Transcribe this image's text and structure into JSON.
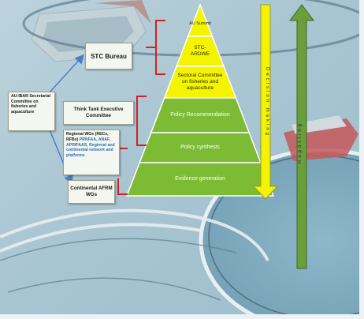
{
  "colors": {
    "water": "#a9c7d4",
    "water_dark": "#7aa3b8",
    "pyramid_yellow": "#f4f400",
    "pyramid_green": "#7dbb35",
    "bracket_red": "#d62020",
    "arrow_blue": "#4a7fc1",
    "arrow_yellow": "#f4f400",
    "arrow_green": "#6a9e3a"
  },
  "pyramid": {
    "tiers": [
      {
        "label": "AU Summit",
        "color": "yellow"
      },
      {
        "label": "STC-ARDWE",
        "color": "yellow"
      },
      {
        "label": "Sectoral Committee on fisheries and aquaculture",
        "color": "yellow"
      },
      {
        "label": "Policy Recommendation",
        "color": "green"
      },
      {
        "label": "Policy synthesis",
        "color": "green"
      },
      {
        "label": "Evidence generation",
        "color": "green"
      }
    ]
  },
  "boxes": {
    "au_ibar": "AU-IBAR Secretariat Committee on fisheries and aquaculture",
    "stc_bureau": "STC Bureau",
    "think_tank": "Think Tank Executive Committee",
    "regional_wgs_prefix": "Regional WGs (RECs, RFBs)",
    "regional_wgs_rest": " PRNFAA, ANAF, APRIFAAS, Regional and continental network and platforms",
    "continental": "Continental AFRM WGs"
  },
  "arrows": {
    "down_label": "Decision making",
    "up_label": "Reporting"
  }
}
